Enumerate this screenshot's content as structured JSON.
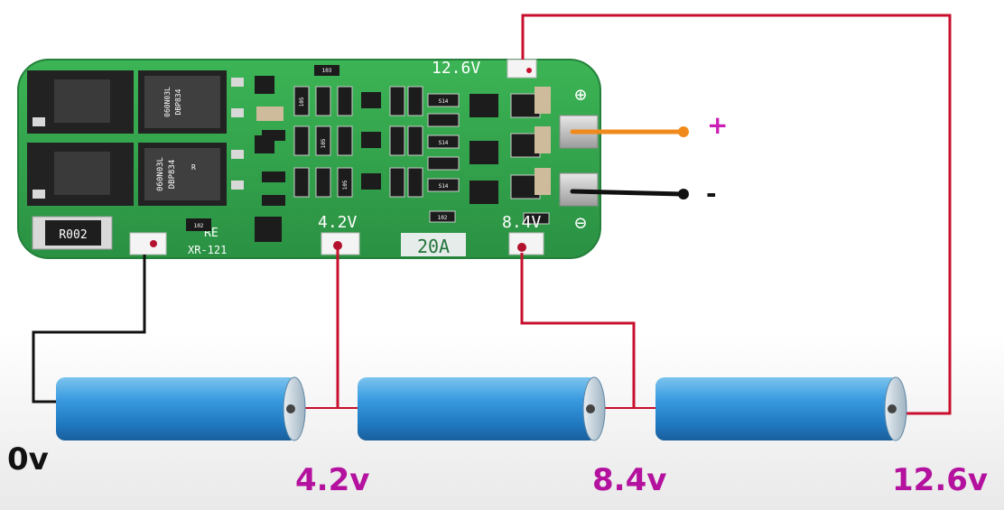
{
  "board": {
    "silkscreen_top_right": "12.6V",
    "silkscreen_mid": "4.2V",
    "silkscreen_right": "8.4V",
    "current_rating": "20A",
    "model": "XR-121",
    "re_mark": "RE",
    "shunt_marking": "R002",
    "mosfet_marking_line1": "060N03L",
    "mosfet_marking_line2": "DBP834",
    "mosfet_marking_short": "R",
    "plus_pad_symbol": "⊕",
    "minus_pad_symbol": "⊖",
    "resistor_code": "105",
    "ic_code": "S14",
    "small_code": "102",
    "small_code2": "103"
  },
  "output_leads": {
    "positive_symbol": "+",
    "negative_symbol": "-"
  },
  "voltage_labels": {
    "v0": "0v",
    "v1": "4.2v",
    "v2": "8.4v",
    "v3": "12.6v"
  },
  "colors": {
    "pcb_green": "#2fa24a",
    "wire_red": "#c8102e",
    "wire_black": "#111111",
    "positive_lead": "#f08a1c",
    "label_magenta": "#b4129e",
    "battery_blue": "#2f8fd0"
  }
}
